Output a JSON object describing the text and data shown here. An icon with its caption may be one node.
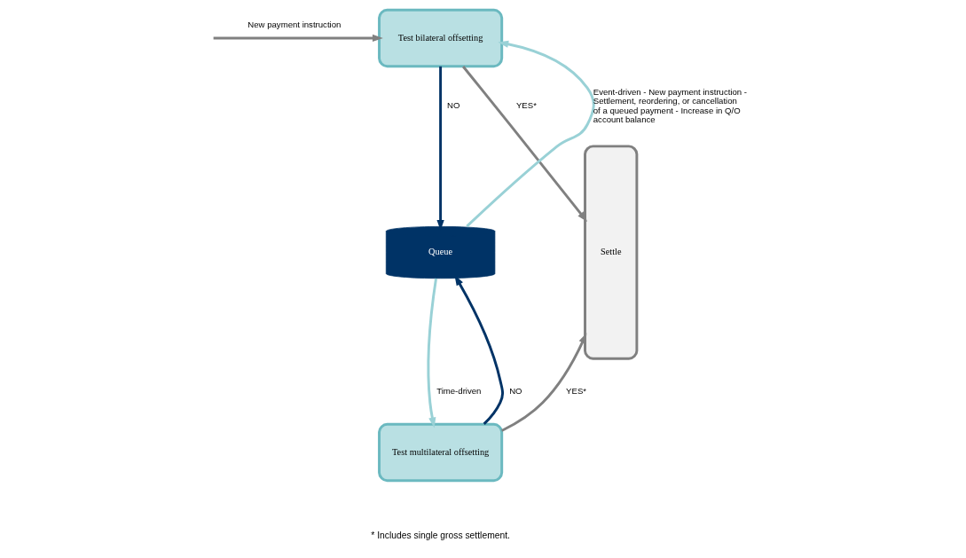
{
  "diagram": {
    "nodes": [
      {
        "text": [
          "Test bilateral offsetting"
        ]
      },
      {
        "text": [
          "Queue"
        ]
      },
      {
        "text": [
          "Test multilateral offsetting"
        ]
      },
      {
        "text": [
          "Settle"
        ]
      }
    ],
    "edges": [
      {
        "from": null,
        "to": 0,
        "arrow": "to",
        "label": "New payment instruction"
      },
      {
        "from": 0,
        "to": 3,
        "arrow": "to",
        "label": "YES*"
      },
      {
        "from": 0,
        "to": 1,
        "arrow": "to",
        "label": "NO",
        "color": "#003366"
      },
      {
        "from": 1,
        "to": 0,
        "arrow": "to",
        "label": "Event-driven - New payment instruction - Settlement, reordering, or cancellation of a queued payment - Increase in Q/O account balance",
        "color": "#99d1d6"
      },
      {
        "from": 1,
        "to": 2,
        "arrow": "to",
        "label": "Time-driven",
        "color": "#99d1d6"
      },
      {
        "from": 2,
        "to": 1,
        "arrow": "to",
        "label": "NO",
        "color": "#003366"
      },
      {
        "from": 2,
        "to": 3,
        "arrow": "to",
        "label": "YES*"
      }
    ],
    "labels": [
      "* Includes single gross settlement."
    ]
  }
}
